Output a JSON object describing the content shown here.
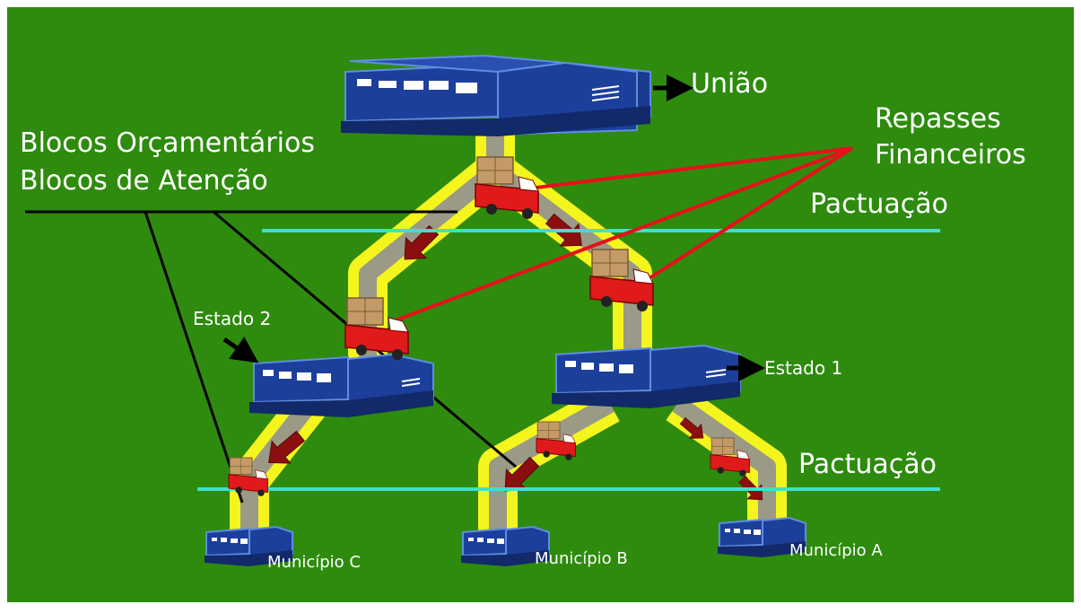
{
  "labels": {
    "uniao": "União",
    "repasses_line1": "Repasses",
    "repasses_line2": "Financeiros",
    "blocos_line1": "Blocos Orçamentários",
    "blocos_line2": "Blocos de Atenção",
    "pactuacao_top": "Pactuação",
    "pactuacao_bottom": "Pactuação",
    "estado1": "Estado 1",
    "estado2": "Estado 2",
    "municipio_a": "Município A",
    "municipio_b": "Município B",
    "municipio_c": "Município C"
  },
  "colors": {
    "background": "#2e8b0e",
    "border": "#ffffff",
    "road_glow": "#f5f51e",
    "road": "#9a9a86",
    "building": "#1c3f9c",
    "building_dark": "#12296a",
    "arrow": "#8b0f0f",
    "truck": "#e01a1a",
    "pactuacao_line": "#3fe0cc",
    "repasses_line": "#e8101a",
    "blocos_line": "#000000"
  }
}
